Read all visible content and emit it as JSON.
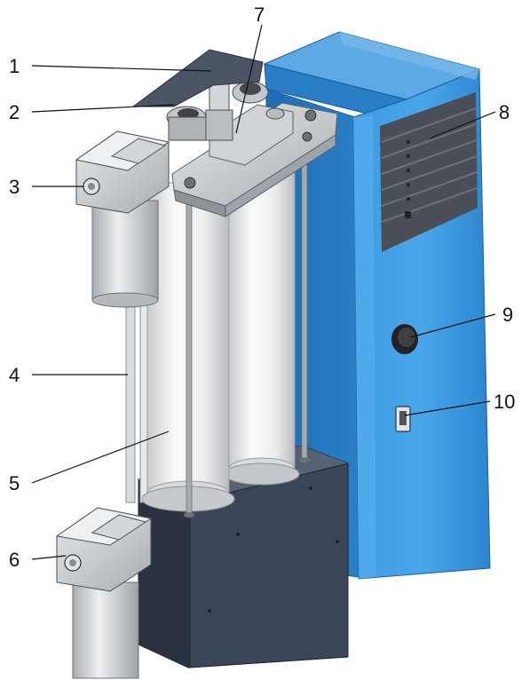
{
  "figure": {
    "callouts": [
      {
        "id": "1",
        "label": "1"
      },
      {
        "id": "2",
        "label": "2"
      },
      {
        "id": "3",
        "label": "3"
      },
      {
        "id": "4",
        "label": "4"
      },
      {
        "id": "5",
        "label": "5"
      },
      {
        "id": "6",
        "label": "6"
      },
      {
        "id": "7",
        "label": "7"
      },
      {
        "id": "8",
        "label": "8"
      },
      {
        "id": "9",
        "label": "9"
      },
      {
        "id": "10",
        "label": "10"
      }
    ]
  },
  "colors": {
    "cabinet_front": "#2f8fd8",
    "cabinet_side": "#1f6fb6",
    "cabinet_top": "#5aa6e2",
    "base_dark": "#3b4658",
    "vessel_light": "#f1f2f2",
    "filter_gray": "#c9cccf",
    "vent_dark": "#4a4f57"
  }
}
